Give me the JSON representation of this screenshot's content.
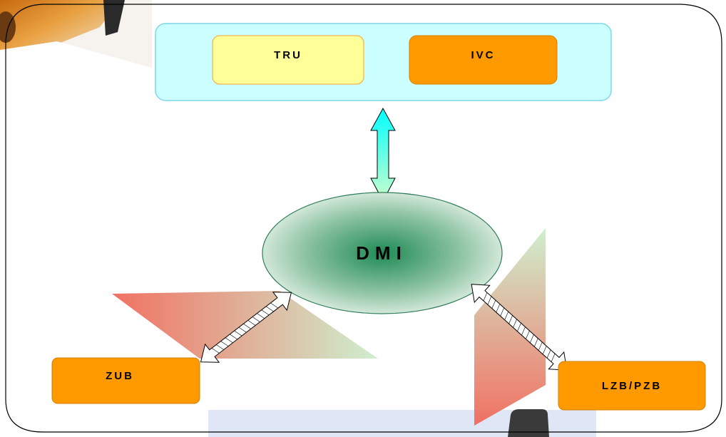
{
  "diagram": {
    "top_group": {
      "boxes": [
        {
          "id": "tru",
          "label": "TRU",
          "fill": "#ffff99"
        },
        {
          "id": "ivc",
          "label": "IVC",
          "fill": "#ff9900"
        }
      ],
      "fill": "#ccffff"
    },
    "hub": {
      "label": "DMI"
    },
    "bottom_boxes": [
      {
        "id": "zub",
        "label": "ZUB",
        "fill": "#ff9900"
      },
      {
        "id": "lzb",
        "label": "LZB/PZB",
        "fill": "#ff9900"
      }
    ],
    "colors": {
      "outline": "#000000",
      "ellipse_edge": "#2e7d5b",
      "ellipse_center": "#1f8a55",
      "ellipse_outer": "#ddeedd",
      "arrow_cyan": "#00ffff",
      "arrow_green": "#ccffcc",
      "wedge_red": "#f06a5a",
      "wedge_green": "#cceecc"
    }
  }
}
